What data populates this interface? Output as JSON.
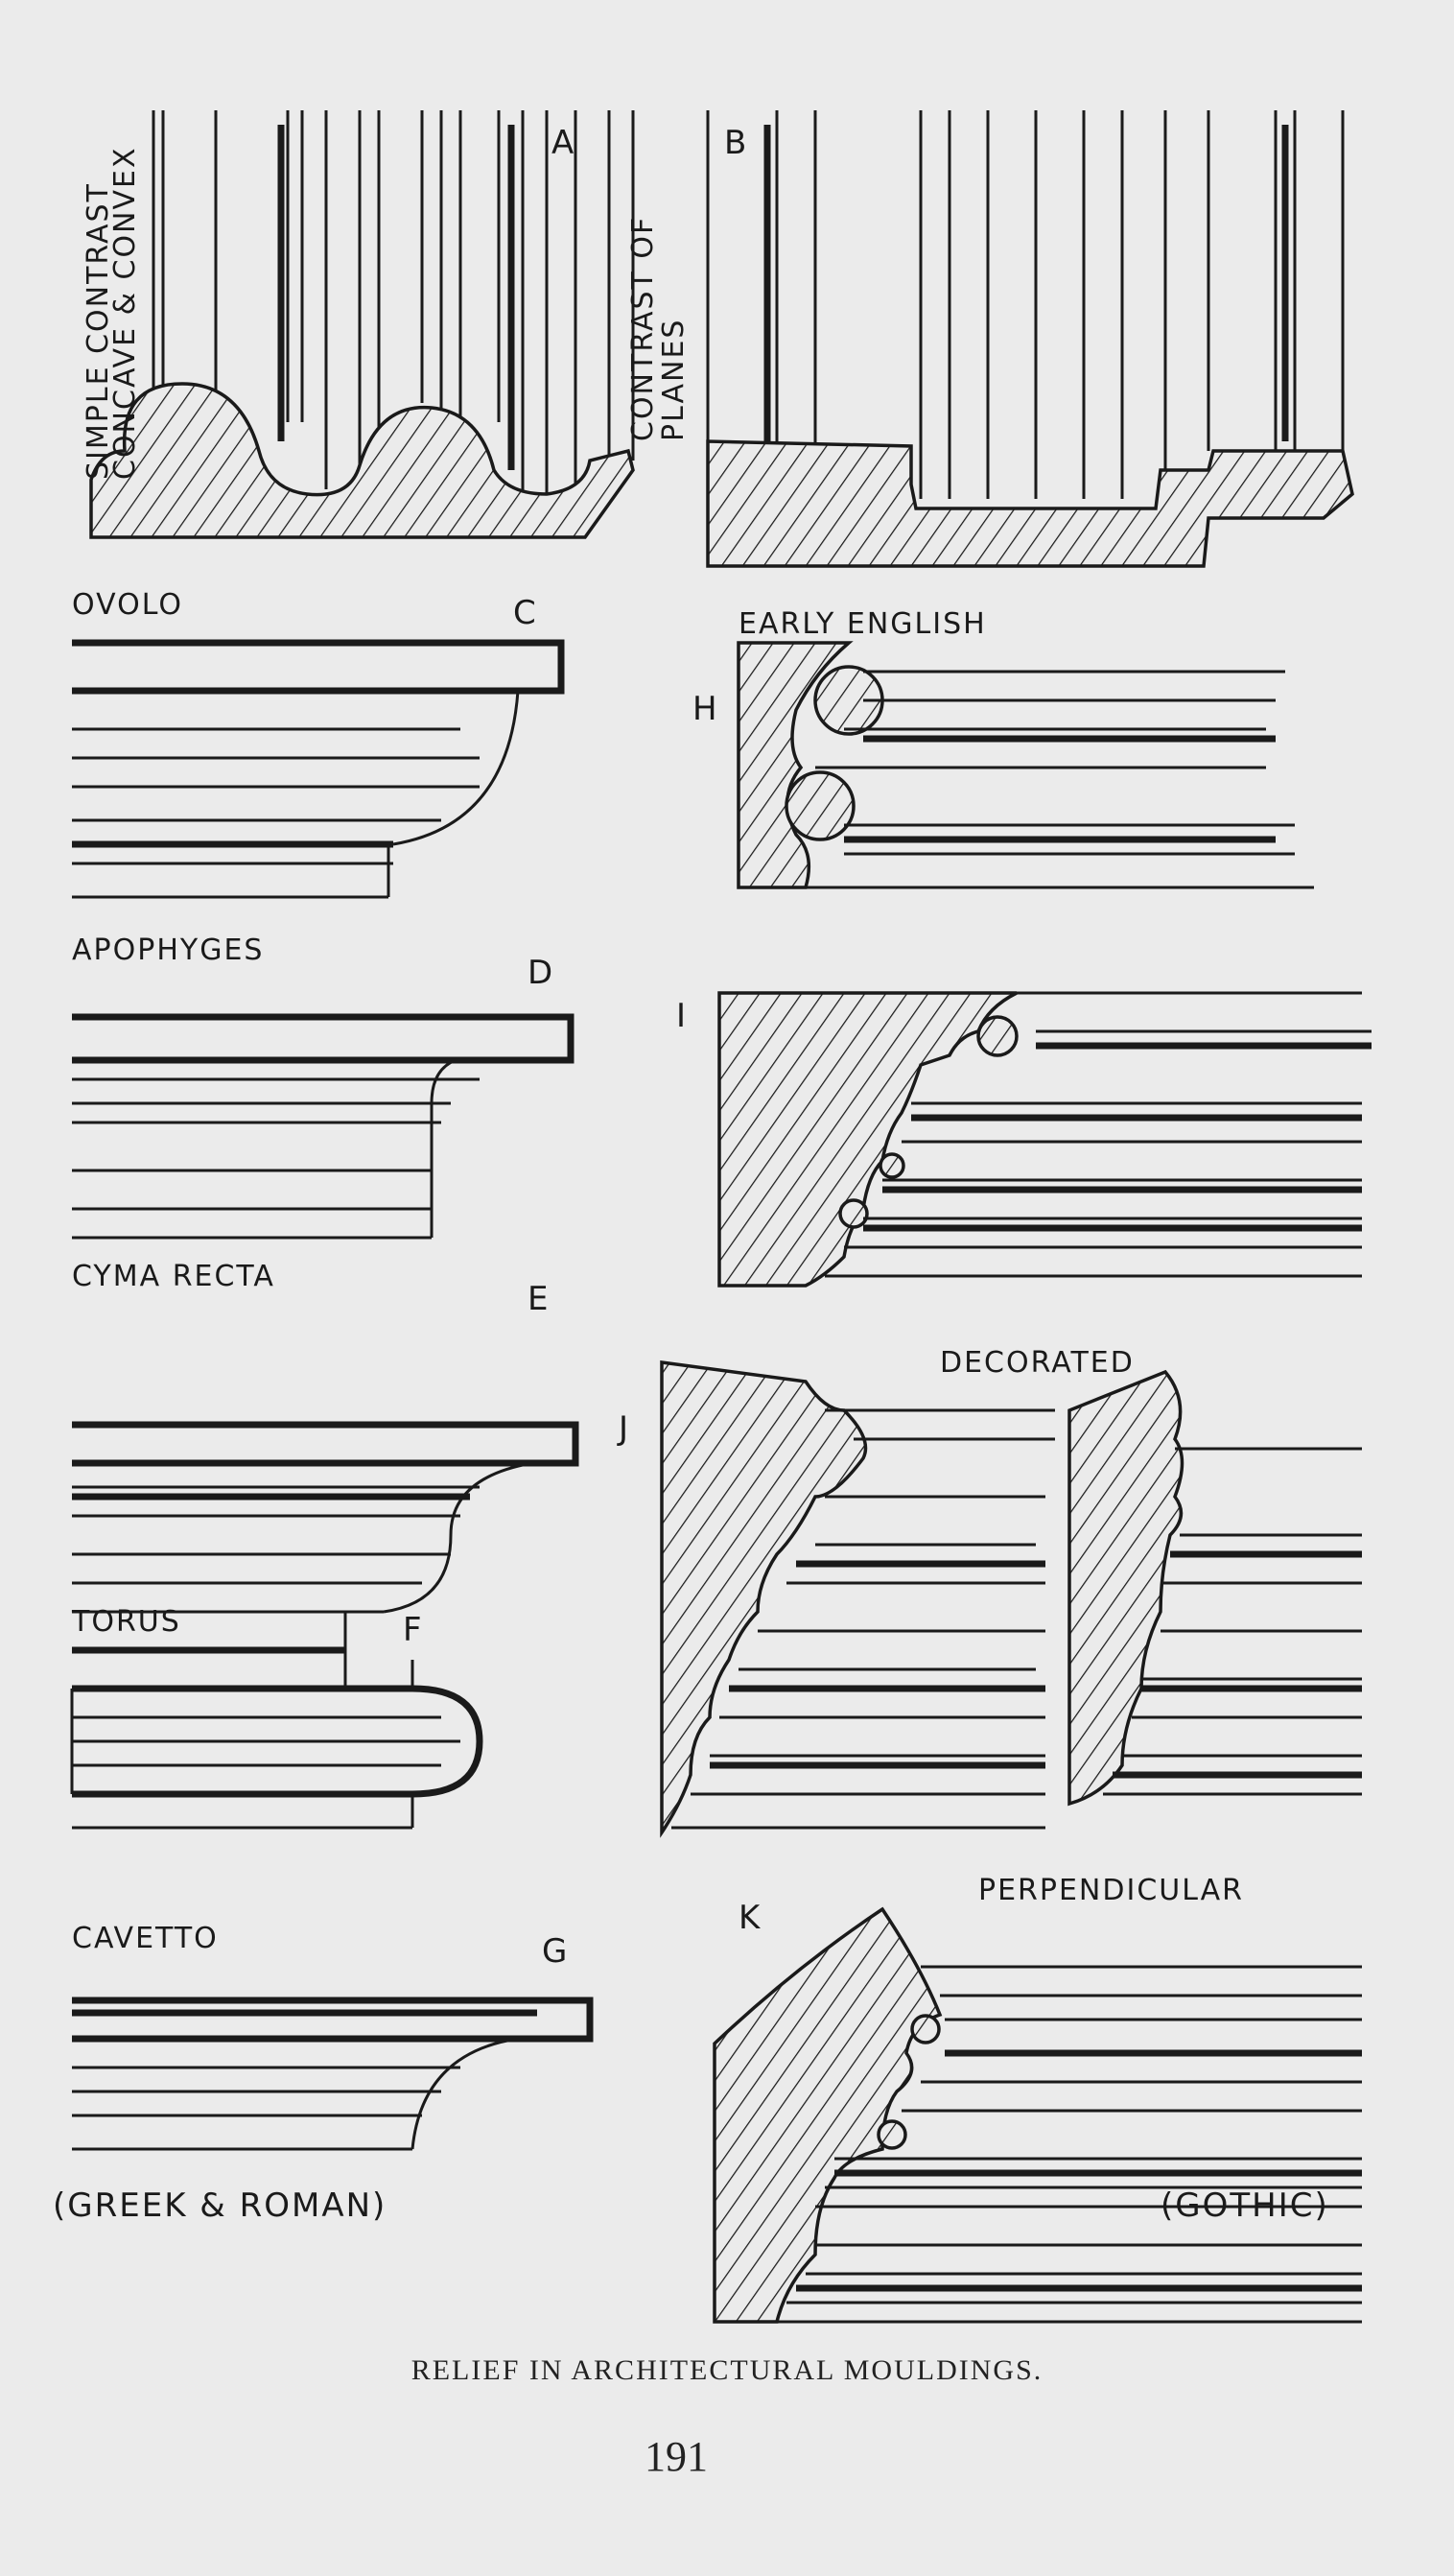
{
  "figures": {
    "A": {
      "letter": "A",
      "note_line1": "SIMPLE CONTRAST",
      "note_line2": "CONCAVE & CONVEX"
    },
    "B": {
      "letter": "B",
      "note_line1": "CONTRAST OF",
      "note_line2": "PLANES"
    },
    "C": {
      "letter": "C",
      "name": "OVOLO"
    },
    "D": {
      "letter": "D",
      "name": "APOPHYGES"
    },
    "E": {
      "letter": "E",
      "name": "CYMA RECTA"
    },
    "F": {
      "letter": "F",
      "name": "TORUS"
    },
    "G": {
      "letter": "G",
      "name": "CAVETTO"
    },
    "H": {
      "letter": "H",
      "name": "EARLY ENGLISH"
    },
    "I": {
      "letter": "I"
    },
    "J": {
      "letter": "J",
      "name": "DECORATED"
    },
    "K": {
      "letter": "K",
      "name": "PERPENDICULAR"
    }
  },
  "group_labels": {
    "left": "(GREEK & ROMAN)",
    "right": "(GOTHIC)"
  },
  "caption": "RELIEF IN ARCHITECTURAL MOULDINGS.",
  "page_number": "191"
}
